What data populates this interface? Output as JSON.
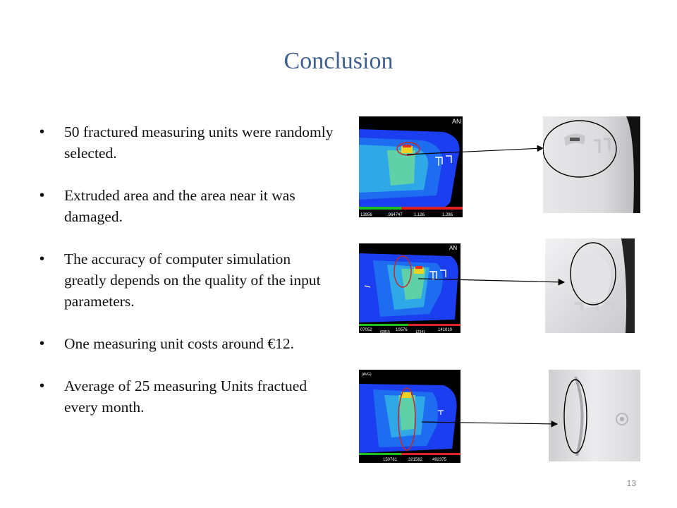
{
  "slide": {
    "title": "Conclusion",
    "page_number": "13"
  },
  "bullets": [
    "50 fractured measuring units were randomly selected.",
    "Extruded area and the area near it was damaged.",
    "The accuracy of computer simulation greatly depends on the quality of the input parameters.",
    "One measuring unit costs around €12.",
    "Average of 25 measuring Units fractued every month."
  ],
  "figures": {
    "sim_1": {
      "corner_label": "AN",
      "scale_labels": [
        "13956",
        ".964747",
        "1.126",
        "1.286"
      ]
    },
    "sim_2": {
      "corner_label": "AN",
      "scale_labels": [
        "07052",
        "10576",
        "141010",
        "60815",
        "12341"
      ]
    },
    "sim_3": {
      "corner_label": "(AVG)",
      "scale_labels": [
        "150761",
        "321562",
        "492375"
      ]
    }
  },
  "colors": {
    "title": "#3f5f8f",
    "annotation": "#c62828",
    "arrow": "#000000"
  }
}
